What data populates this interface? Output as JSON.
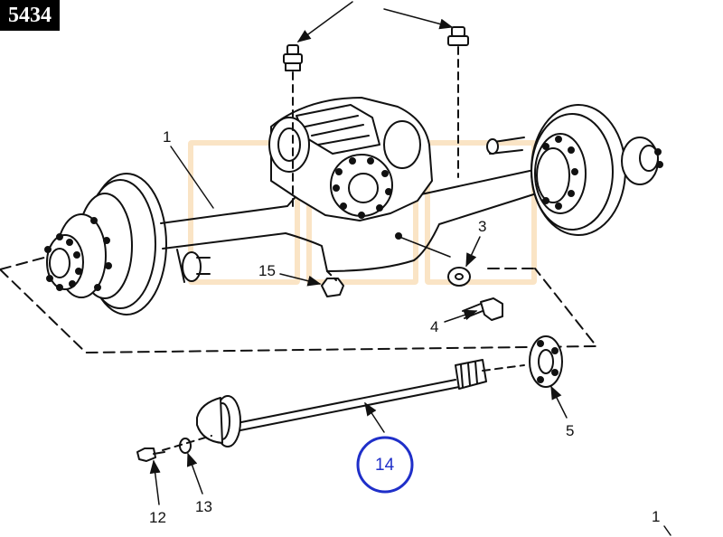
{
  "badge": {
    "number": "5434"
  },
  "callouts": {
    "c1_top": "1",
    "c1_bottom": "1",
    "c3": "3",
    "c4": "4",
    "c5": "5",
    "c12": "12",
    "c13": "13",
    "c14": "14",
    "c15": "15"
  },
  "colors": {
    "line": "#111111",
    "highlight": "#1f2fc9",
    "watermark": "#f5cd96"
  }
}
